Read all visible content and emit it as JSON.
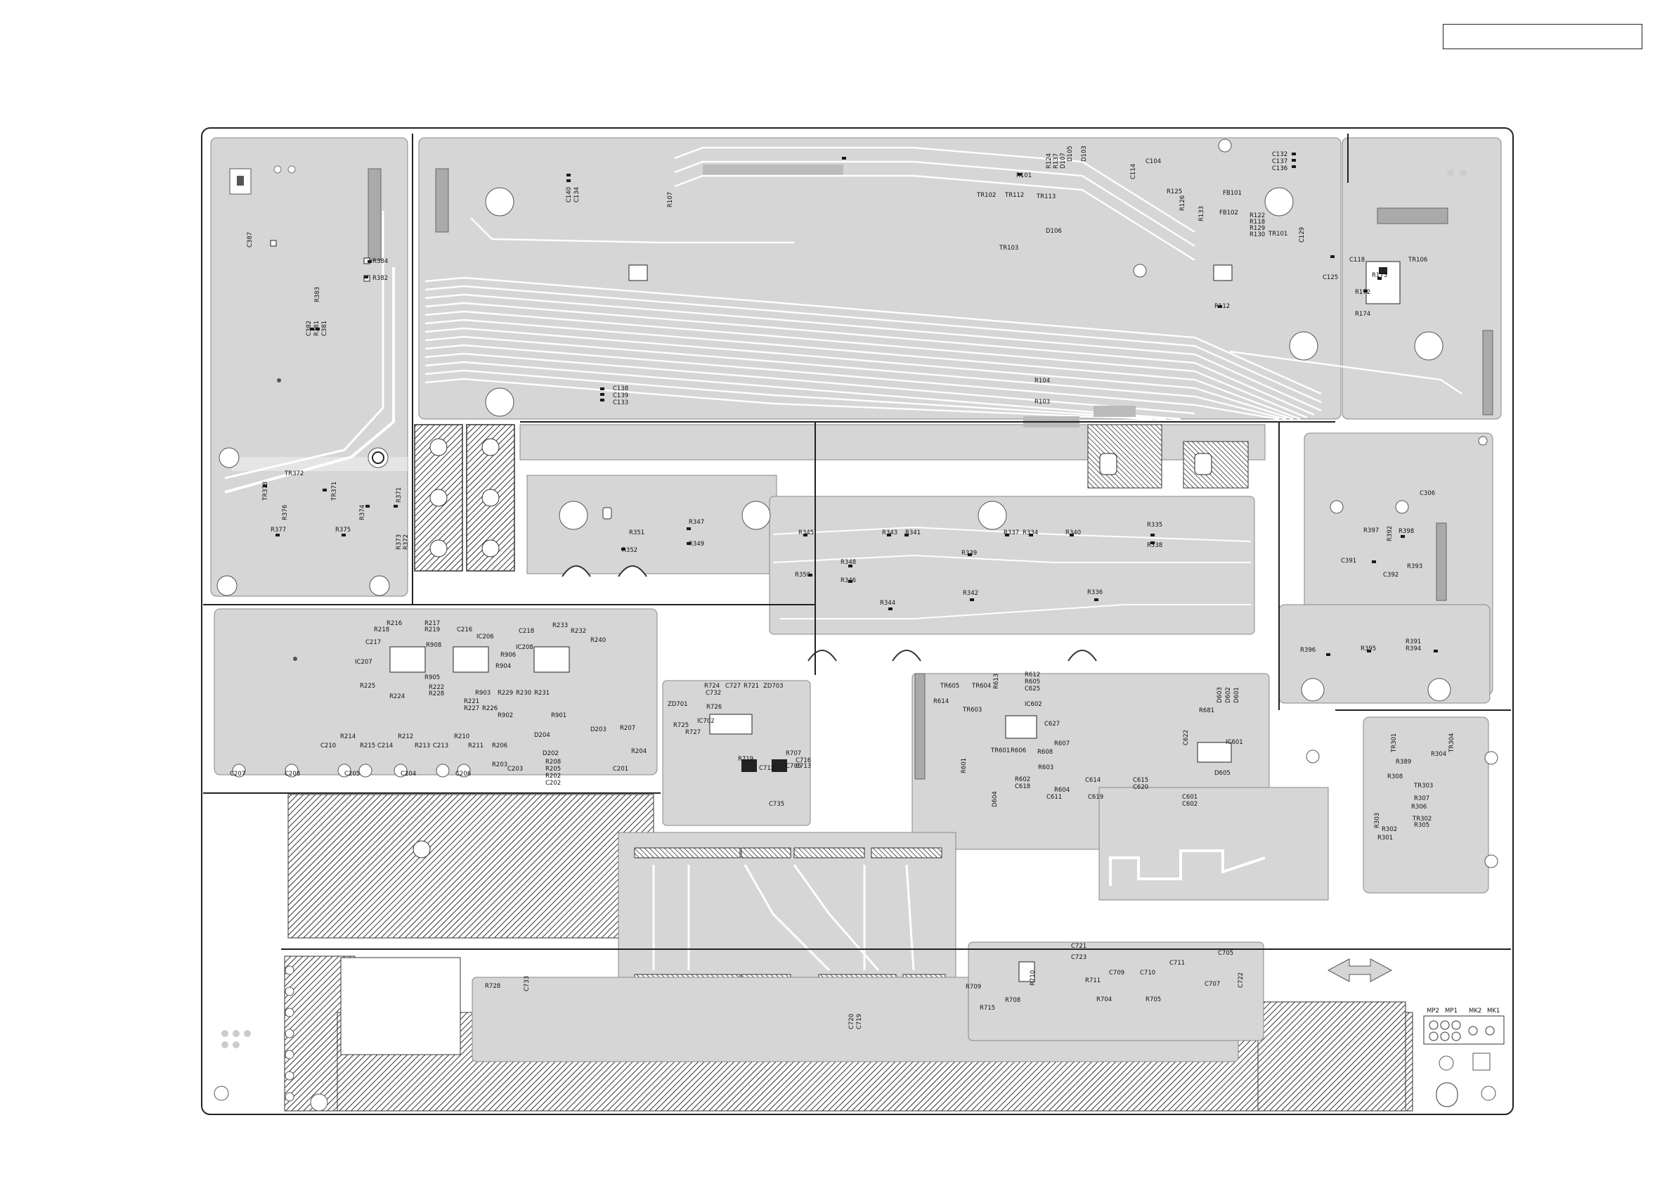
{
  "document": {
    "title_box_text": ""
  },
  "colors": {
    "board": "#d6d6d6",
    "outline": "#222222",
    "trace": "#ffffff",
    "pad": "#1a1a1a",
    "hatch": "#444444"
  },
  "labels": {
    "r101": "R101",
    "r124": "R124",
    "r137": "R137",
    "d107": "D107",
    "d105": "D105",
    "d103": "D103",
    "c114": "C114",
    "c104": "C104",
    "c132": "C132",
    "c137": "C137",
    "c136": "C136",
    "c140": "C140",
    "c134": "C134",
    "r107": "R107",
    "tr102": "TR102",
    "tr112": "TR112",
    "tr113": "TR113",
    "tr103": "TR103",
    "tr101": "TR101",
    "tr106": "TR106",
    "c118": "C118",
    "c125": "C125",
    "r172": "R172",
    "r173": "R173",
    "r174": "R174",
    "r112": "R112",
    "r122": "R122",
    "r118": "R118",
    "r129": "R129",
    "r130": "R130",
    "fb101": "FB101",
    "fb102": "FB102",
    "r125": "R125",
    "r126": "R126",
    "r133": "R133",
    "c129": "C129",
    "d106": "D106",
    "c138": "C138",
    "c139": "C139",
    "c133": "C133",
    "r104": "R104",
    "r103": "R103",
    "c387": "C387",
    "r384": "R384",
    "r382": "R382",
    "r383": "R383",
    "c382": "C382",
    "r381": "R381",
    "c381": "C381",
    "tr372": "TR372",
    "tr373": "TR373",
    "tr371": "TR371",
    "r376": "R376",
    "r377": "R377",
    "r375": "R375",
    "r374": "R374",
    "r371": "R371",
    "r373": "R373",
    "r372": "R372",
    "r351": "R351",
    "r352": "R352",
    "r347": "R347",
    "r349": "R349",
    "r345": "R345",
    "r343": "R343",
    "r341": "R341",
    "r337": "R337",
    "r334": "R334",
    "r340": "R340",
    "r335": "R335",
    "r338": "R338",
    "r339": "R339",
    "r350": "R350",
    "r348": "R348",
    "r346": "R346",
    "r342": "R342",
    "r344": "R344",
    "r336": "R336",
    "c306": "C306",
    "r397": "R397",
    "r392": "R392",
    "r398": "R398",
    "c391": "C391",
    "c392": "C392",
    "r393": "R393",
    "r391": "R391",
    "r394": "R394",
    "r396": "R396",
    "r395": "R395",
    "r216": "R216",
    "r217": "R217",
    "r218": "R218",
    "r219": "R219",
    "c216": "C216",
    "c218": "C218",
    "r233": "R233",
    "r232": "R232",
    "c217": "C217",
    "r908": "R908",
    "ic206": "IC206",
    "ic208": "IC208",
    "r240": "R240",
    "ic207": "IC207",
    "r906": "R906",
    "r904": "R904",
    "r905": "R905",
    "r225": "R225",
    "r224": "R224",
    "r222": "R222",
    "r228": "R228",
    "r903": "R903",
    "r229": "R229",
    "r230": "R230",
    "r231": "R231",
    "r221": "R221",
    "r227": "R227",
    "r226": "R226",
    "r902": "R902",
    "r901": "R901",
    "d203": "D203",
    "r207": "R207",
    "r214": "R214",
    "r212": "R212",
    "r210": "R210",
    "c210": "C210",
    "r215": "R215",
    "c214": "C214",
    "r213": "R213",
    "c213": "C213",
    "r211": "R211",
    "d204": "D204",
    "r206": "R206",
    "r203": "R203",
    "c203": "C203",
    "d202": "D202",
    "r208": "R208",
    "r205": "R205",
    "r202": "R202",
    "c202": "C202",
    "c201": "C201",
    "r204": "R204",
    "c207": "C207",
    "c208": "C208",
    "c205": "C205",
    "c204": "C204",
    "c206": "C206",
    "r724": "R724",
    "c732": "C732",
    "c727": "C727",
    "r721": "R721",
    "zd703": "ZD703",
    "zd701": "ZD701",
    "r726": "R726",
    "ic702": "IC702",
    "r725": "R725",
    "r727": "R727",
    "r719": "R719",
    "c712": "C712",
    "c735": "C735",
    "r707": "R707",
    "c716": "C716",
    "c706": "C706",
    "c713": "C713",
    "tr605": "TR605",
    "tr604": "TR604",
    "r613": "R613",
    "r612": "R612",
    "r605": "R605",
    "c625": "C625",
    "ic602": "IC602",
    "tr603": "TR603",
    "c627": "C627",
    "r607": "R607",
    "tr601": "TR601",
    "r606": "R606",
    "r608": "R608",
    "r614": "R614",
    "r601": "R601",
    "r602": "R602",
    "c618": "C618",
    "r603": "R603",
    "c614": "C614",
    "c615": "C615",
    "c620": "C620",
    "r604": "R604",
    "c611": "C611",
    "c619": "C619",
    "d604": "D604",
    "d603": "D603",
    "d602": "D602",
    "d601": "D601",
    "r681": "R681",
    "c622": "C622",
    "ic601": "IC601",
    "d605": "D605",
    "c601": "C601",
    "c602": "C602",
    "tr301": "TR301",
    "r304": "R304",
    "tr304": "TR304",
    "r389": "R389",
    "r308": "R308",
    "tr303": "TR303",
    "r307": "R307",
    "r306": "R306",
    "r303": "R303",
    "tr302": "TR302",
    "r302": "R302",
    "r305": "R305",
    "r301": "R301",
    "c721": "C721",
    "c723": "C723",
    "c709": "C709",
    "c710": "C710",
    "c711": "C711",
    "c705": "C705",
    "c707": "C707",
    "r711": "R711",
    "r709": "R709",
    "r715": "R715",
    "r704": "R704",
    "r705": "R705",
    "r708": "R708",
    "r710": "R710",
    "c720": "C720",
    "c719": "C719",
    "r728": "R728",
    "c733": "C733",
    "c722": "C722",
    "mp2": "MP2",
    "mp1": "MP1",
    "mk2": "MK2",
    "mk1": "MK1"
  }
}
